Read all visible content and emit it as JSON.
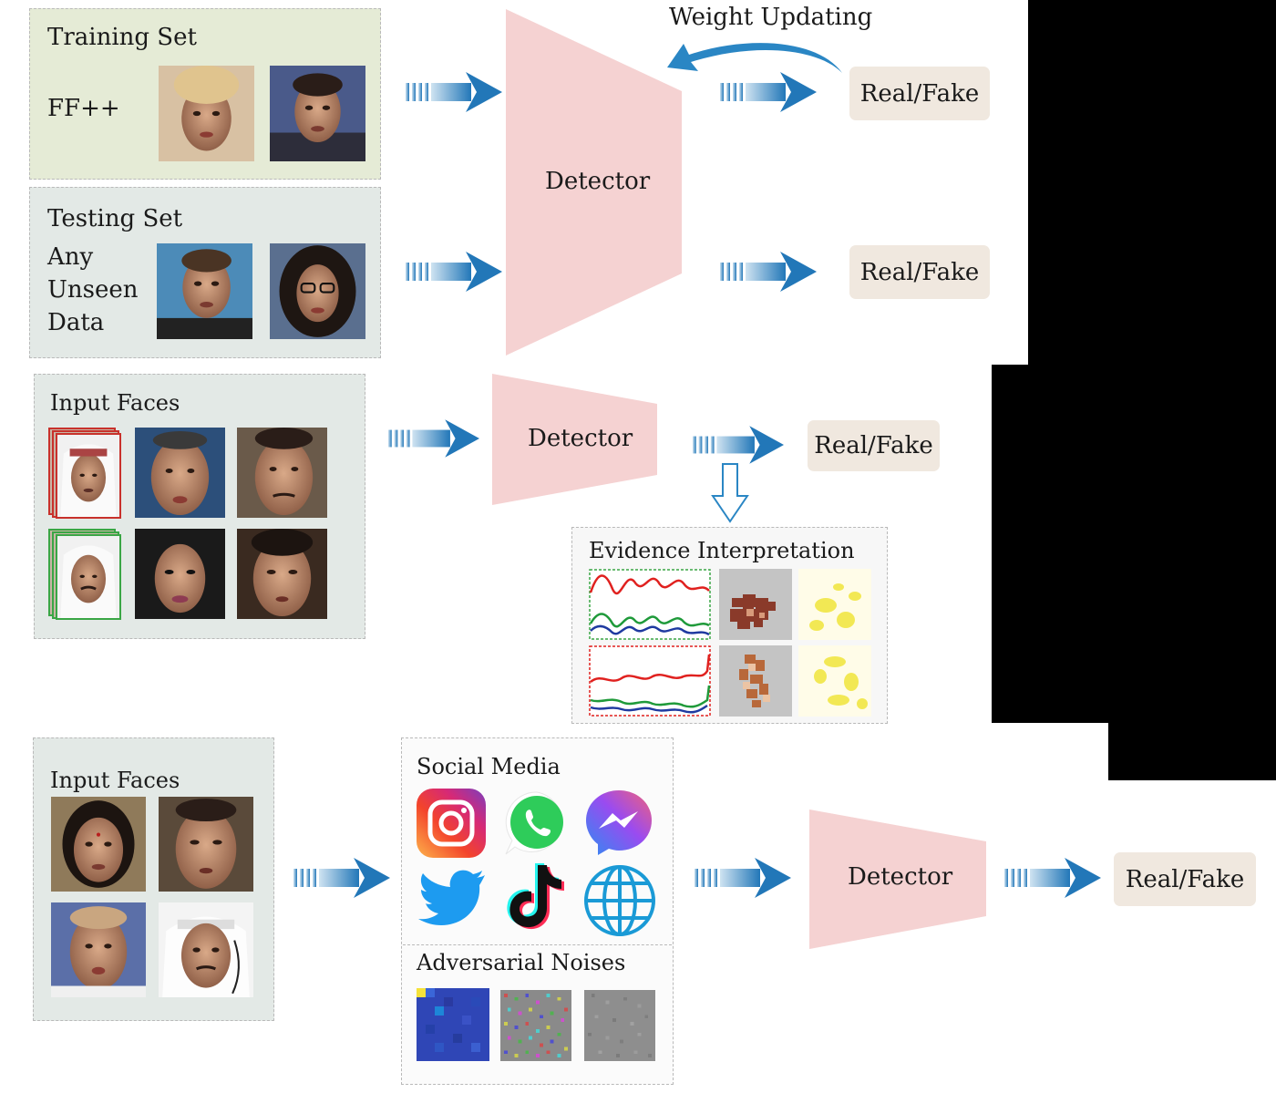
{
  "training": {
    "title": "Training Set",
    "dataset": "FF++"
  },
  "testing": {
    "title": "Testing Set",
    "line1": "Any",
    "line2": "Unseen",
    "line3": "Data"
  },
  "detector_label": "Detector",
  "output_label": "Real/Fake",
  "weight_updating": "Weight Updating",
  "interpret": {
    "input_title": "Input Faces",
    "evidence_title": "Evidence Interpretation"
  },
  "robust": {
    "input_title": "Input Faces",
    "social_title": "Social Media",
    "adversarial_title": "Adversarial Noises",
    "icons": [
      "instagram-icon",
      "whatsapp-icon",
      "messenger-icon",
      "twitter-icon",
      "tiktok-icon",
      "globe-icon"
    ]
  },
  "colors": {
    "arrow": "#2a86c4",
    "detector": "#f5d2d2",
    "output_bg": "#f0e8df",
    "train_bg": "#e5ebd6",
    "test_bg": "#e3e9e6"
  }
}
